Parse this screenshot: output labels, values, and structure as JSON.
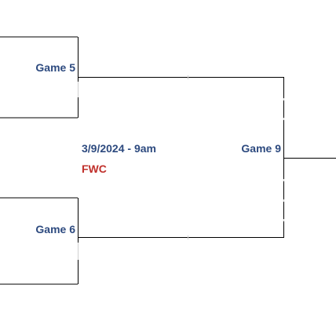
{
  "bracket": {
    "game5": {
      "label": "Game 5"
    },
    "game6": {
      "label": "Game 6"
    },
    "game9": {
      "label": "Game 9",
      "datetime": "3/9/2024 - 9am",
      "venue": "FWC"
    }
  },
  "colors": {
    "label": "#2d4a7f",
    "venue": "#c0302b",
    "line": "#000000",
    "tick": "#cfcfcf"
  }
}
